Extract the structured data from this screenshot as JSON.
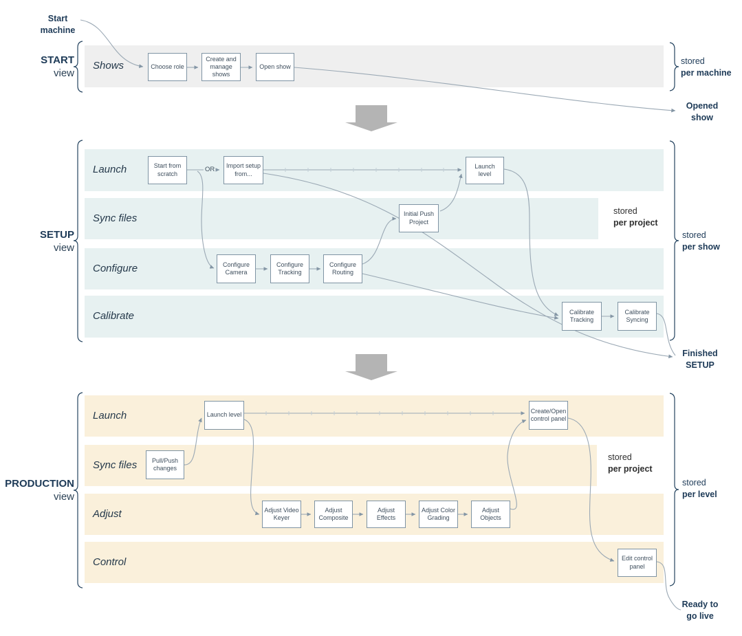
{
  "diagram": {
    "colors": {
      "start_lane_bg": "#efefef",
      "setup_lane_bg": "#e7f1f1",
      "production_lane_bg": "#faf0db",
      "box_border": "#7e93a3",
      "wire": "#9aa8b4",
      "navy_text": "#1d3a57",
      "big_arrow_gray": "#b4b4b4"
    },
    "start": {
      "title": "START",
      "view": "view",
      "lane": "Shows",
      "boxes": {
        "choose_role": "Choose role",
        "create_manage": "Create and manage shows",
        "open_show": "Open show"
      },
      "ann_start_machine": "Start\nmachine",
      "ann_opened_show": "Opened\nshow",
      "stored_machine": {
        "l1": "stored",
        "l2": "per machine"
      }
    },
    "setup": {
      "title": "SETUP",
      "view": "view",
      "lanes": [
        "Launch",
        "Sync files",
        "Configure",
        "Calibrate"
      ],
      "or_label": "OR",
      "boxes": {
        "start_scratch": "Start from scratch",
        "import_setup": "Import setup from...",
        "launch_level": "Launch level",
        "initial_push": "Initial Push Project",
        "conf_camera": "Configure Camera",
        "conf_tracking": "Configure Tracking",
        "conf_routing": "Configure Routing",
        "cal_tracking": "Calibrate Tracking",
        "cal_syncing": "Calibrate Syncing"
      },
      "stored_project": {
        "l1": "stored",
        "l2": "per project"
      },
      "stored_show": {
        "l1": "stored",
        "l2": "per show"
      },
      "ann_finished": "Finished\nSETUP"
    },
    "production": {
      "title": "PRODUCTION",
      "view": "view",
      "lanes": [
        "Launch",
        "Sync files",
        "Adjust",
        "Control"
      ],
      "boxes": {
        "launch_level": "Launch level",
        "pull_push": "Pull/Push changes",
        "create_open": "Create/Open control panel",
        "adj_keyer": "Adjust Video Keyer",
        "adj_composite": "Adjust Composite",
        "adj_effects": "Adjust Effects",
        "adj_color": "Adjust Color Grading",
        "adj_objects": "Adjust Objects",
        "edit_panel": "Edit control panel"
      },
      "stored_project": {
        "l1": "stored",
        "l2": "per project"
      },
      "stored_level": {
        "l1": "stored",
        "l2": "per level"
      },
      "ann_ready": "Ready to\ngo live"
    }
  }
}
